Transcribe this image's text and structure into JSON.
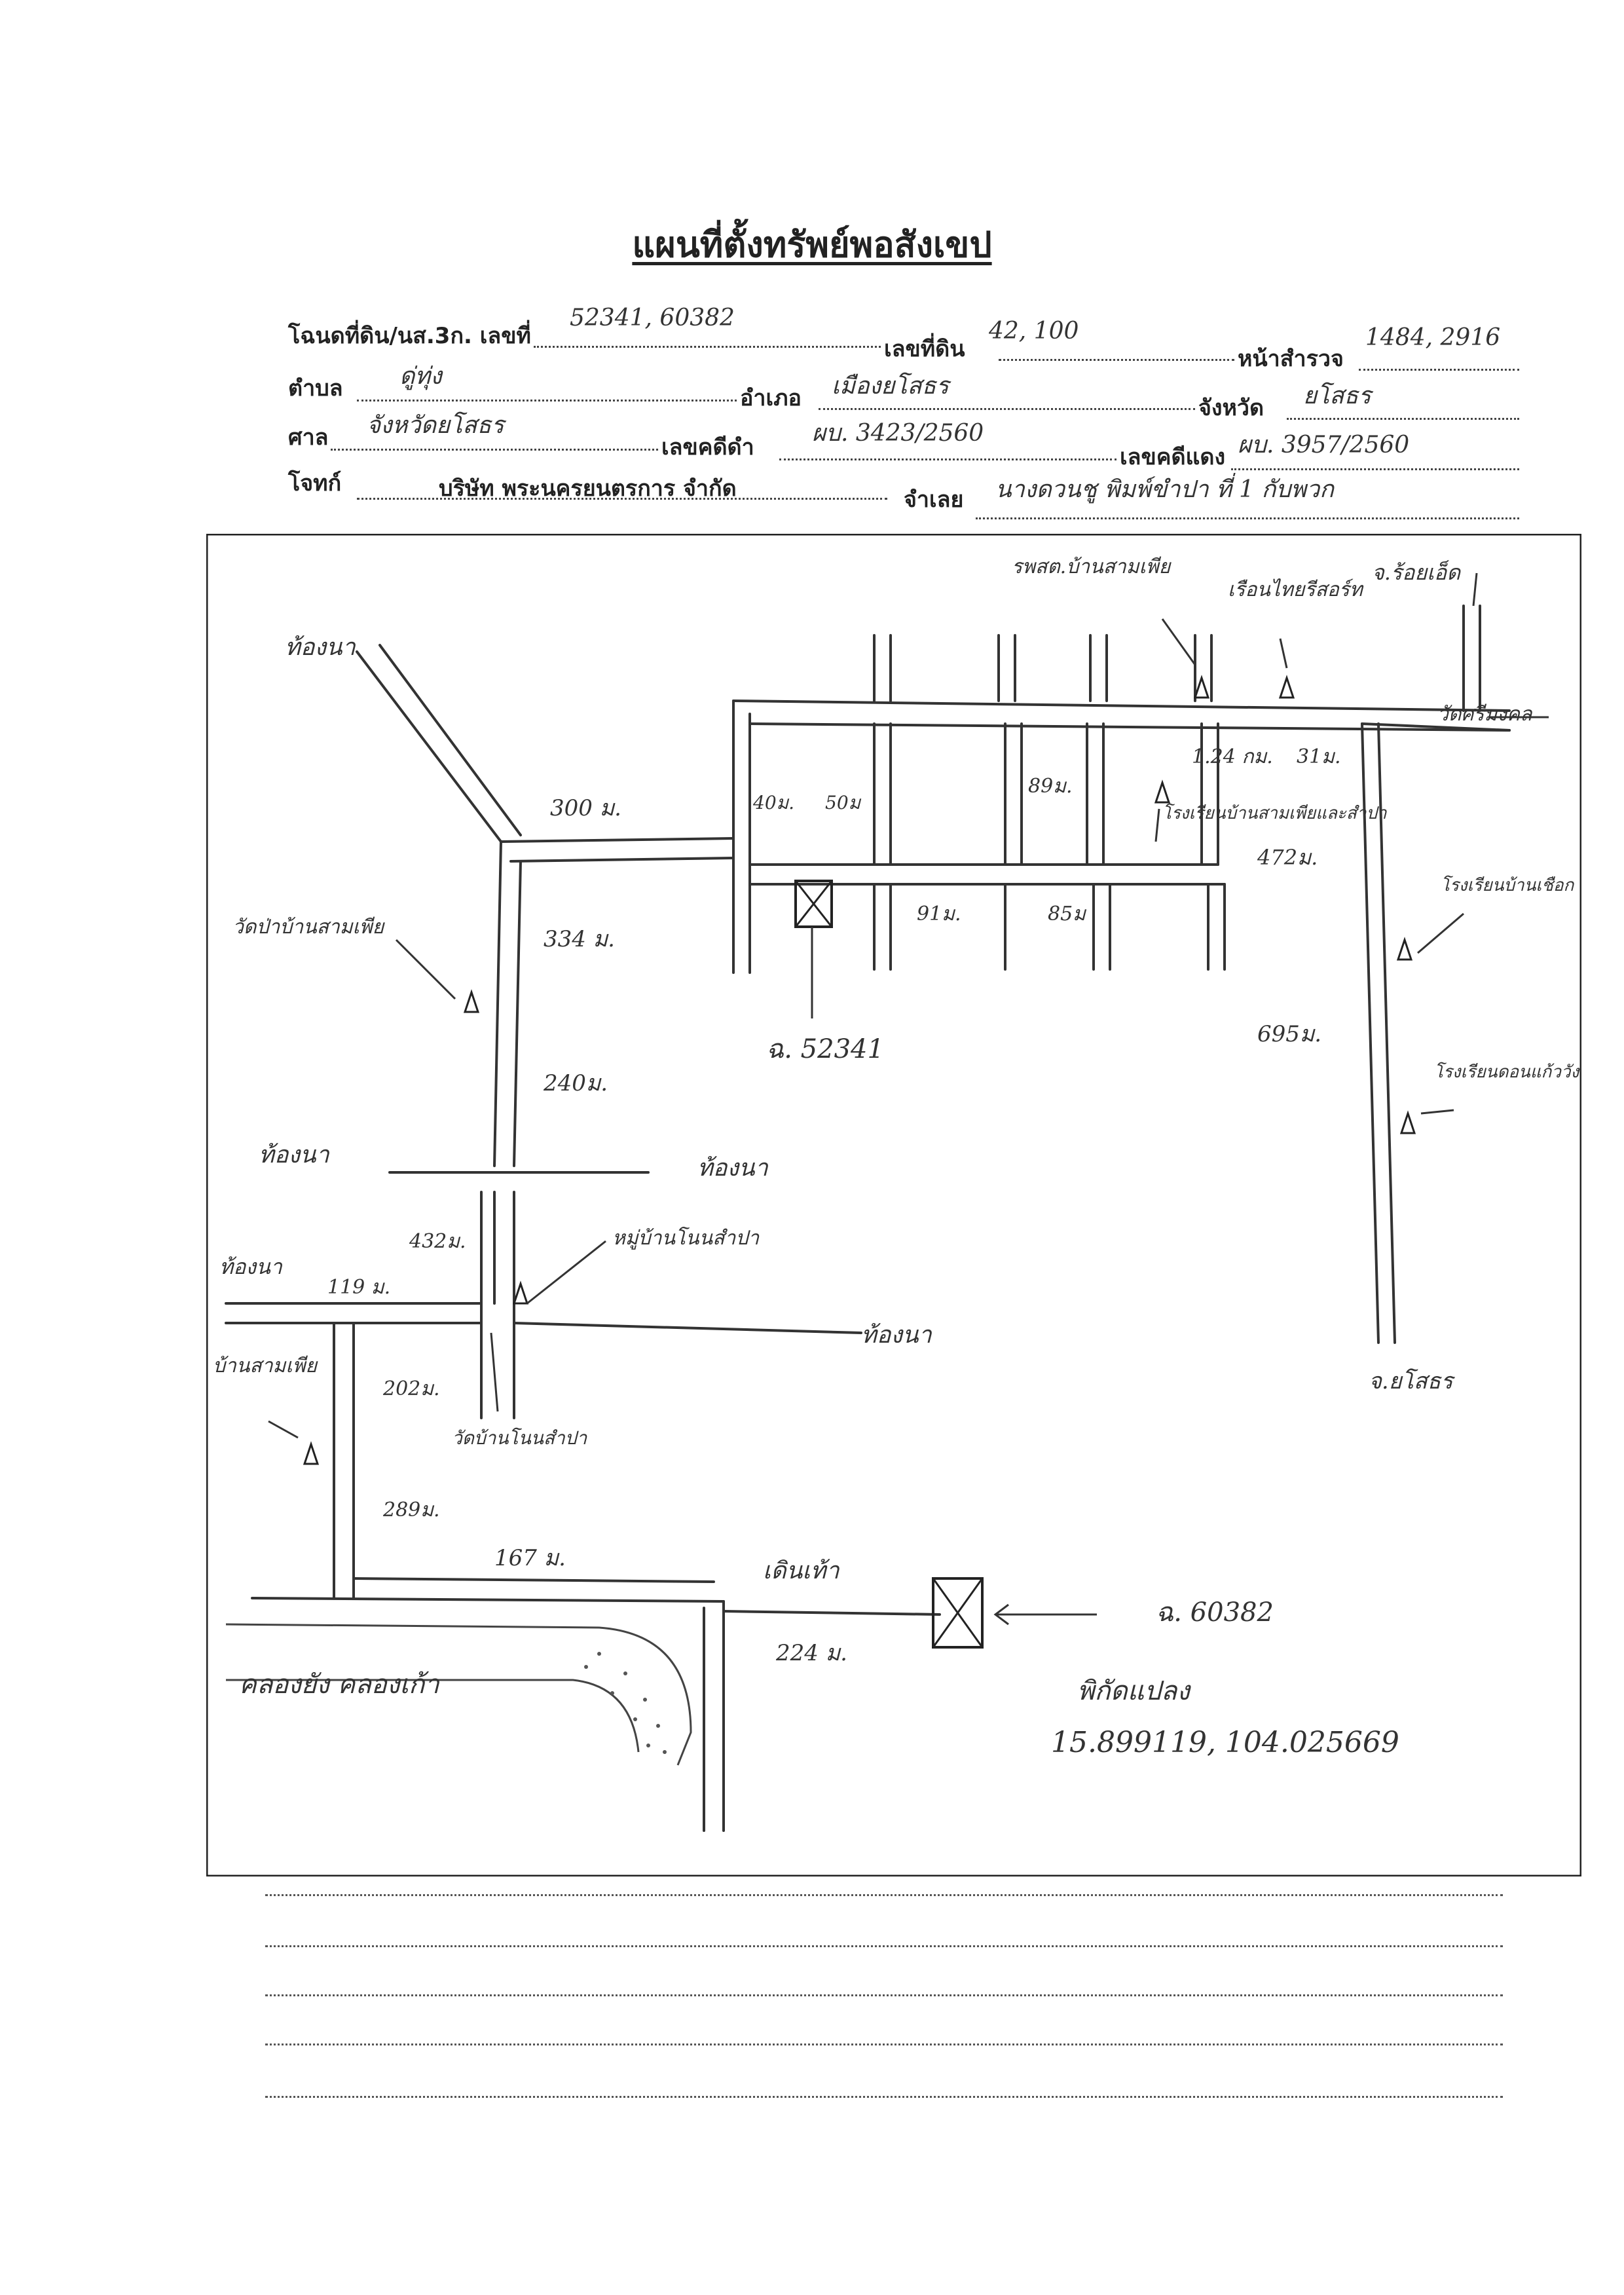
{
  "title": "แผนที่ตั้งทรัพย์พอสังเขป",
  "header": {
    "deed_label": "โฉนดที่ดิน/นส.3ก. เลขที่",
    "deed_value": "52341, 60382",
    "land_no_label": "เลขที่ดิน",
    "land_no_value": "42, 100",
    "survey_label": "หน้าสำรวจ",
    "survey_value": "1484, 2916",
    "subdistrict_label": "ตำบล",
    "subdistrict_value": "ดู่ทุ่ง",
    "district_label": "อำเภอ",
    "district_value": "เมืองยโสธร",
    "province_label": "จังหวัด",
    "province_value": "ยโสธร",
    "court_label": "ศาล",
    "court_value": "จังหวัดยโสธร",
    "black_case_label": "เลขคดีดำ",
    "black_case_value": "ผบ. 3423/2560",
    "red_case_label": "เลขคดีแดง",
    "red_case_value": "ผบ. 3957/2560",
    "plaintiff_label": "โจทก์",
    "plaintiff_value": "บริษัท พระนครยนตรการ จำกัด",
    "defendant_label": "จำเลย",
    "defendant_value": "นางดวนชู พิมพ์ขำปา ที่ 1 กับพวก"
  },
  "map": {
    "labels": {
      "field_nw": "ท้องนา",
      "field_w": "ท้องนา",
      "field_c": "ท้องนา",
      "field_s": "ท้องนา",
      "field_w2": "ท้องนา",
      "school_top": "รพสต.บ้านสามเพีย",
      "resort": "เรือนไทยรีสอร์ท",
      "to_roiet": "จ.ร้อยเอ็ด",
      "temple_right": "วัดศรีมงคล",
      "school1": "โรงเรียนบ้านสามเพียและสำปา",
      "school2": "โรงเรียนบ้านเชือก",
      "school3": "โรงเรียนดอนแก้ววังใจวิทยา",
      "to_yasothon": "จ.ยโสธร",
      "temple_left": "วัดป่าบ้านสามเพีย",
      "village_nong": "หมู่บ้านโนนสำปา",
      "temple_nong": "วัดบ้านโนนสำปา",
      "village_left": "บ้านสามเพีย",
      "walk": "เดินเท้า",
      "deed1": "ฉ. 52341",
      "deed2": "ฉ. 60382",
      "canal": "คลองยัง คลองเก้า",
      "coord_label": "พิกัดแปลง",
      "coord_value": "15.899119, 104.025669"
    },
    "distances": {
      "d300": "300 ม.",
      "d40": "40ม.",
      "d50": "50ม",
      "d89": "89ม.",
      "d124": "1.24 กม.",
      "d31": "31ม.",
      "d472": "472ม.",
      "d91": "91ม.",
      "d85": "85ม",
      "d334": "334 ม.",
      "d240": "240ม.",
      "d695": "695ม.",
      "d432": "432ม.",
      "d119": "119 ม.",
      "d202": "202ม.",
      "d289": "289ม.",
      "d167": "167 ม.",
      "d224": "224 ม."
    }
  },
  "colors": {
    "ink": "#222222",
    "pencil": "#333333"
  }
}
